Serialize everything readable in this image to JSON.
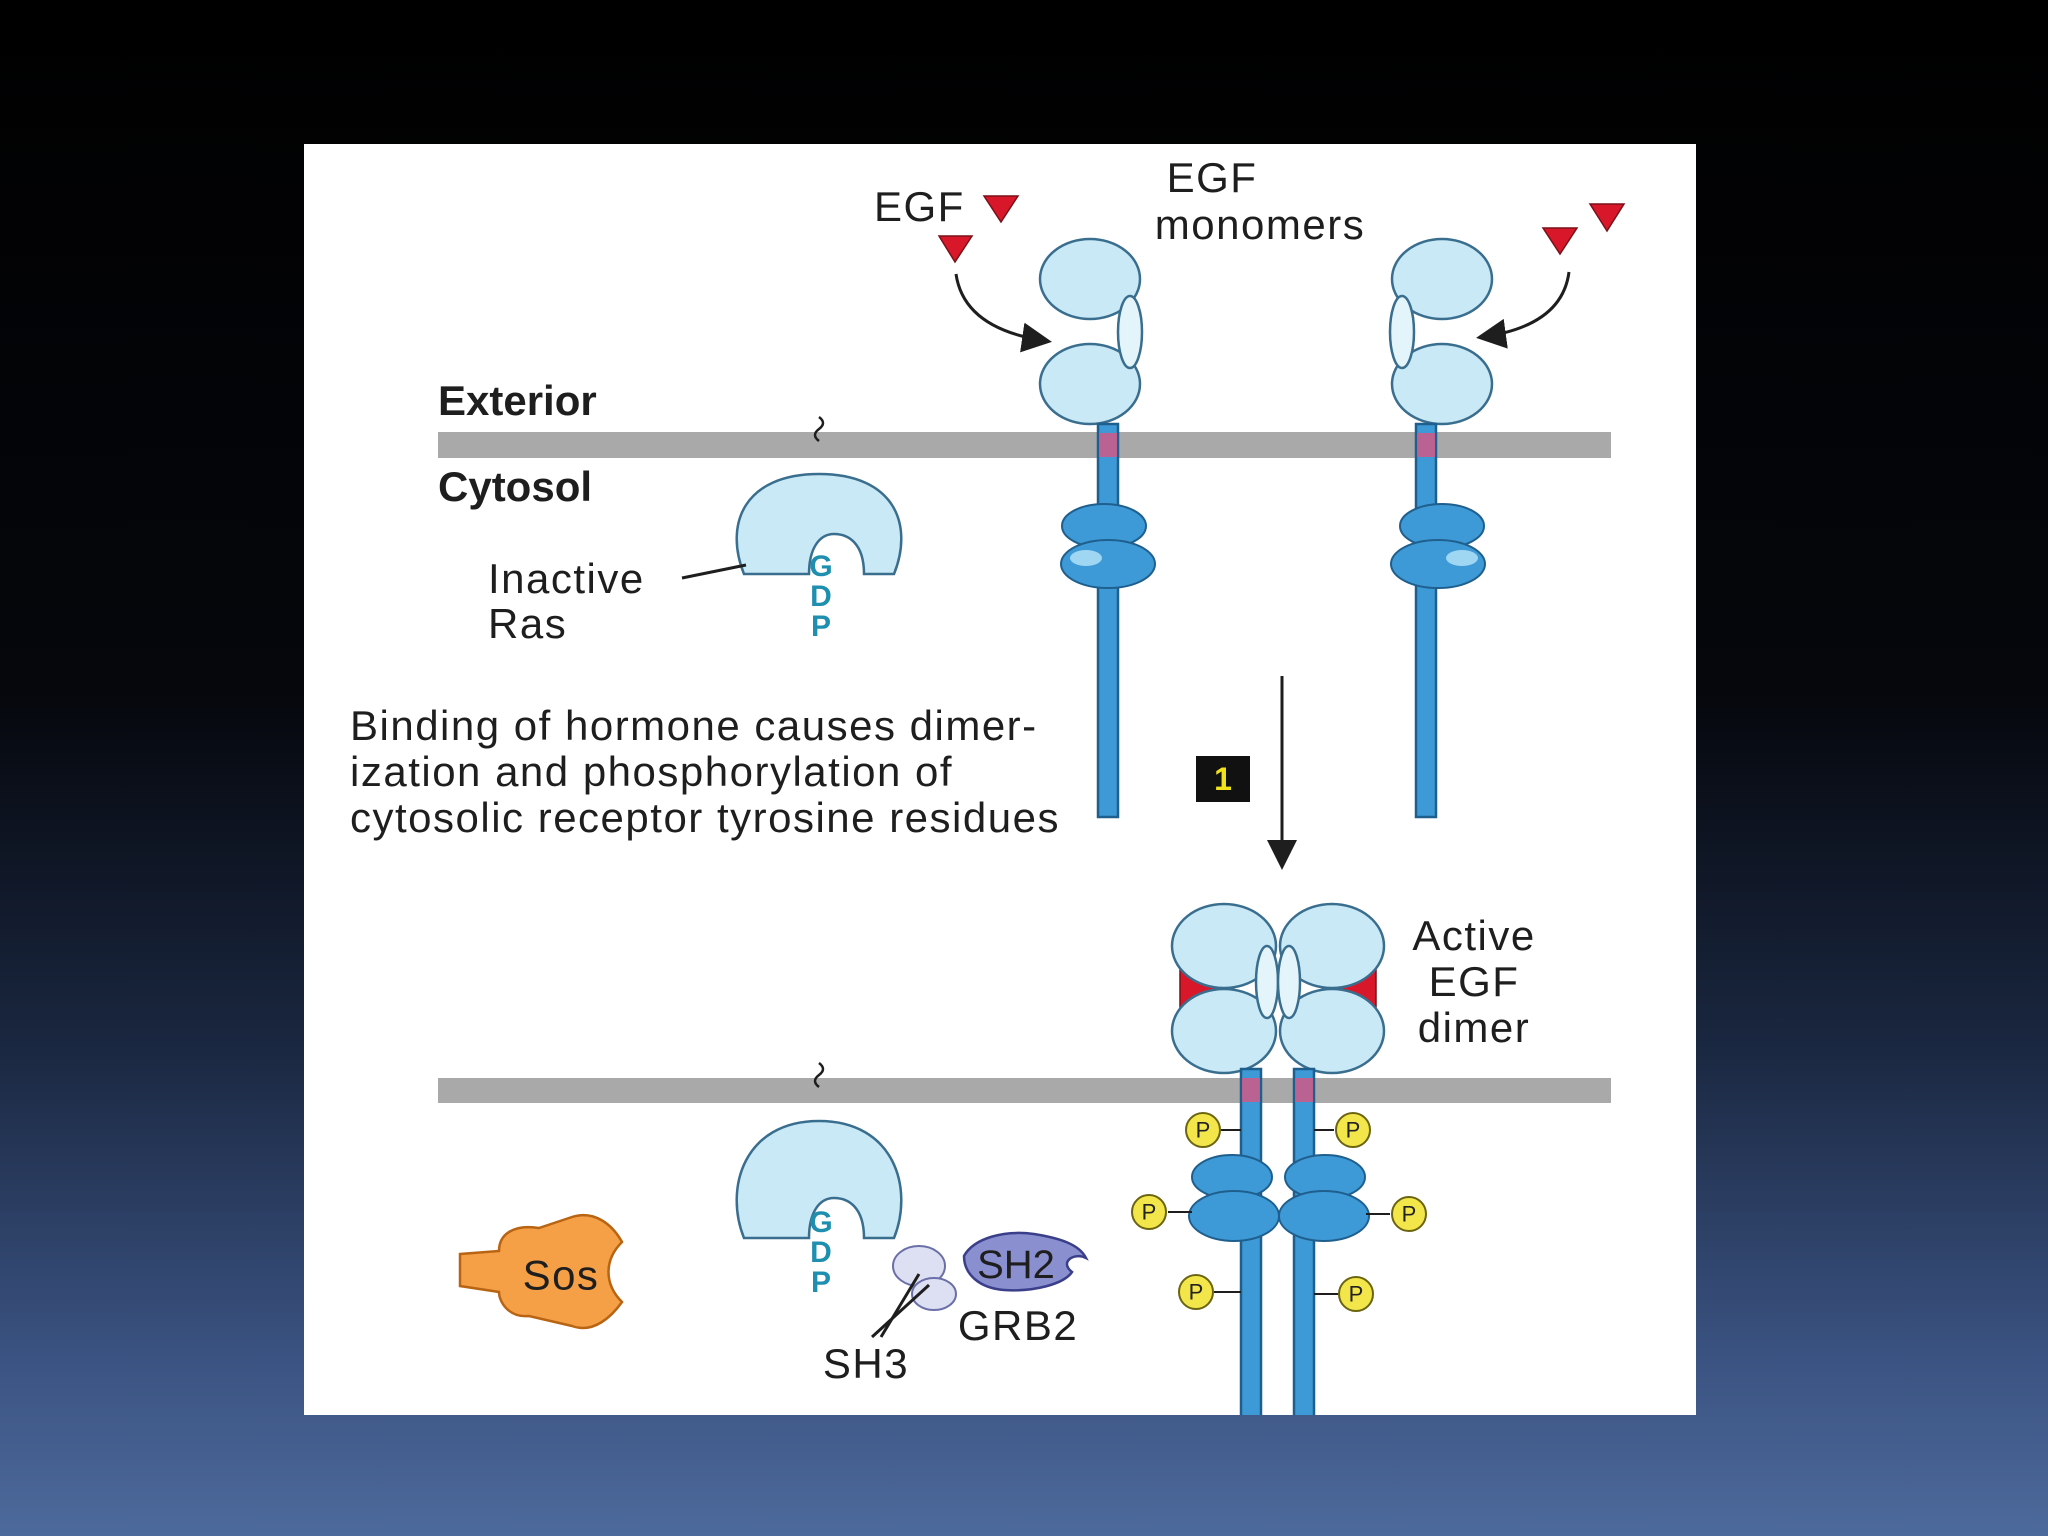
{
  "labels": {
    "egf": "EGF",
    "egf_monomers_line1": "EGF",
    "egf_monomers_line2": "monomers",
    "exterior": "Exterior",
    "cytosol": "Cytosol",
    "inactive_ras_line1": "Inactive",
    "inactive_ras_line2": "Ras",
    "gdp_g": "G",
    "gdp_d": "D",
    "gdp_p": "P",
    "step_number": "1",
    "step_text_line1": "Binding of hormone causes dimer-",
    "step_text_line2": "ization and phosphorylation of",
    "step_text_line3": "cytosolic receptor tyrosine residues",
    "active_dimer_line1": "Active",
    "active_dimer_line2": "EGF",
    "active_dimer_line3": "dimer",
    "sos": "Sos",
    "sh2": "SH2",
    "sh3": "SH3",
    "grb2": "GRB2",
    "phospho": "P"
  },
  "colors": {
    "receptor_fill": "#c9e9f7",
    "receptor_stroke": "#3a6e8e",
    "kinase_fill": "#3e9ad6",
    "membrane": "#a9a9a9",
    "egf_ligand": "#d8182a",
    "sos_fill": "#f5a047",
    "grb2_fill": "#8a8fd0",
    "phospho_fill": "#f2e64a",
    "gdp_text": "#1f8fb0"
  }
}
